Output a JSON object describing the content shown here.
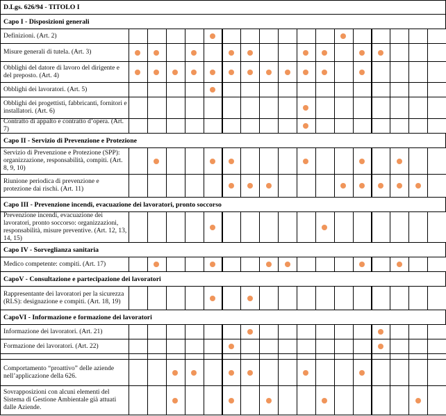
{
  "title": "D.Lgs. 626/94  - TITOLO I",
  "dot_color": "#f0955a",
  "column_count": 17,
  "rows": [
    {
      "type": "header",
      "text": "Capo I - Disposizioni generali"
    },
    {
      "type": "item",
      "text": "Definizioni. (Art. 2)",
      "dots": [
        5,
        12
      ]
    },
    {
      "type": "item",
      "text": "Misure generali di tutela. (Art. 3)",
      "dots": [
        1,
        2,
        4,
        6,
        7,
        10,
        11,
        13,
        14
      ]
    },
    {
      "type": "item",
      "text": "Obblighi del datore di lavoro del dirigente e del preposto. (Art. 4)",
      "dots": [
        1,
        2,
        3,
        4,
        5,
        6,
        7,
        8,
        9,
        10,
        11,
        13
      ]
    },
    {
      "type": "item",
      "text": "Obblighi dei lavoratori. (Art. 5)",
      "dots": [
        5
      ]
    },
    {
      "type": "item",
      "text": "Obblighi dei progettisti, fabbricanti, fornitori e installatori. (Art. 6)",
      "dots": [
        10
      ]
    },
    {
      "type": "item",
      "text": "Contratto di appalto e contratto d’opera. (Art. 7)",
      "dots": [
        10
      ]
    },
    {
      "type": "header",
      "text": "Capo II - Servizio di Prevenzione e Protezione"
    },
    {
      "type": "item",
      "text": "Servizio di Prevenzione e Protezione (SPP): organizzazione, responsabilità, compiti. (Art. 8, 9, 10)",
      "dots": [
        2,
        5,
        6,
        10,
        13,
        15
      ]
    },
    {
      "type": "item",
      "text": "Riunione periodica di prevenzione e protezione dai rischi. (Art. 11)",
      "dots": [
        6,
        7,
        8,
        12,
        13,
        14,
        15,
        16
      ]
    },
    {
      "type": "header",
      "text": "Capo III - Prevenzione incendi, evacuazione dei lavoratori, pronto soccorso"
    },
    {
      "type": "item",
      "text": "Prevenzione incendi, evacuazione dei lavoratori, pronto soccorso: organizzazioni, responsabilità, misure preventive. (Art. 12, 13, 14, 15)",
      "dots": [
        5,
        11
      ]
    },
    {
      "type": "header",
      "text": "Capo IV - Sorveglianza sanitaria"
    },
    {
      "type": "item",
      "text": "Medico competente: compiti. (Art. 17)",
      "dots": [
        2,
        5,
        8,
        9,
        13,
        15
      ]
    },
    {
      "type": "header",
      "text": "CapoV - Consultazione e partecipazione dei lavoratori"
    },
    {
      "type": "item",
      "text": "Rappresentante dei lavoratori per la sicurezza (RLS): designazione e compiti. (Art. 18, 19)",
      "dots": [
        5,
        7
      ]
    },
    {
      "type": "header",
      "text": "CapoVI - Informazione e formazione dei lavoratori"
    },
    {
      "type": "item",
      "text": "Informazione dei lavoratori. (Art. 21)",
      "dots": [
        7,
        14
      ]
    },
    {
      "type": "item",
      "text": "Formazione dei lavoratori. (Art. 22)",
      "dots": [
        6,
        14
      ]
    },
    {
      "type": "spacer"
    },
    {
      "type": "item",
      "text": "Comportamento “proattivo” delle aziende nell’applicazione della 626.",
      "dots": [
        3,
        4,
        6,
        7,
        10,
        13
      ]
    },
    {
      "type": "item",
      "text": "Sovrapposizioni con alcuni elementi del Sistema di Gestione Ambientale già attuati dalle Aziende.",
      "dots": [
        3,
        6,
        8,
        11,
        16
      ]
    }
  ]
}
